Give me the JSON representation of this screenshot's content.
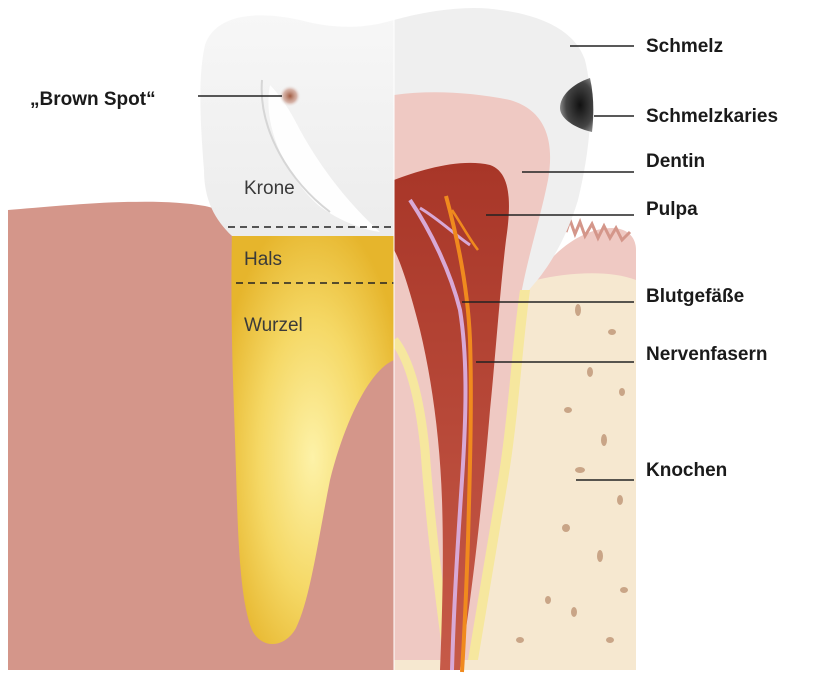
{
  "labels": {
    "brown_spot": "„Brown Spot“",
    "krone": "Krone",
    "hals": "Hals",
    "wurzel": "Wurzel",
    "schmelz": "Schmelz",
    "schmelzkaries": "Schmelzkaries",
    "dentin": "Dentin",
    "pulpa": "Pulpa",
    "blutgefaesse": "Blutgefäße",
    "nervenfasern": "Nervenfasern",
    "knochen": "Knochen"
  },
  "colors": {
    "gum": "#d4968a",
    "enamel": "#f1f1f1",
    "root_yellow": "#f3d25a",
    "dentin": "#efc9c3",
    "pulpa": "#b4453a",
    "bone": "#f6e8d0",
    "nerve": "#f08a1e",
    "vessel": "#d8a9d6",
    "caries": "#333333"
  }
}
